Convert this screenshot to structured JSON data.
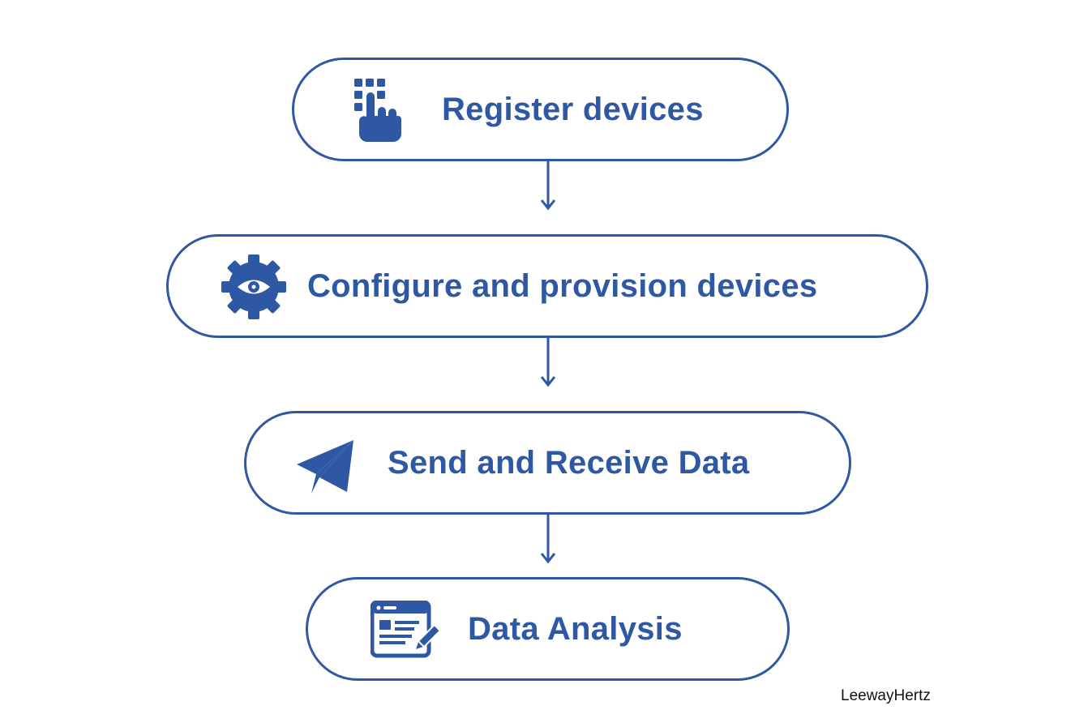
{
  "steps": [
    {
      "label": "Register devices",
      "icon": "touch-keypad-icon"
    },
    {
      "label": "Configure and provision devices",
      "icon": "gear-eye-icon"
    },
    {
      "label": "Send and Receive Data",
      "icon": "paper-plane-icon"
    },
    {
      "label": "Data Analysis",
      "icon": "document-edit-icon"
    }
  ],
  "brand": "LeewayHertz",
  "colors": {
    "accent": "#2f58a4",
    "background": "#ffffff",
    "brand_text": "#111111"
  }
}
